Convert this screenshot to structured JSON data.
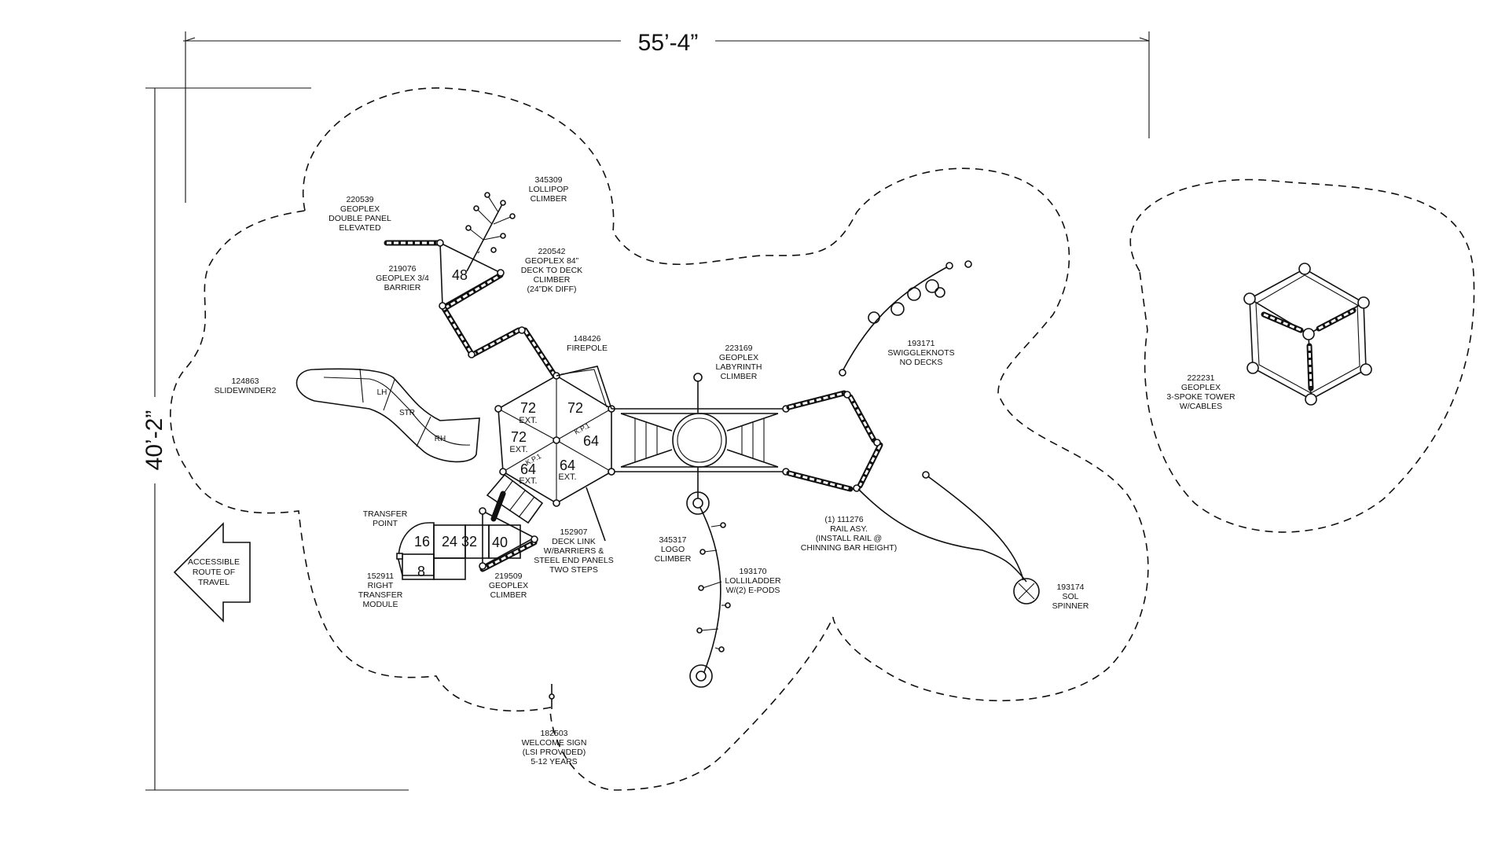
{
  "dimensions": {
    "width": "55’-4”",
    "height": "40’-2”"
  },
  "decks": {
    "d48": "48",
    "d72a": "72",
    "d72b": "72",
    "d72c": "72",
    "d64a": "64",
    "d64b": "64",
    "d64c": "64",
    "d40": "40",
    "d16": "16",
    "d24": "24",
    "d32": "32",
    "d8": "8"
  },
  "deck_notes": {
    "ext": "EXT.",
    "kp": "K.P.1"
  },
  "slide_marks": {
    "lh": "LH",
    "str": "STR",
    "rh": "RH"
  },
  "arrow": {
    "line1": "ACCESSIBLE",
    "line2": "ROUTE OF",
    "line3": "TRAVEL"
  },
  "labels": {
    "geoplex_panel": [
      "220539",
      "GEOPLEX",
      "DOUBLE PANEL",
      "ELEVATED"
    ],
    "lollipop": [
      "345309",
      "LOLLIPOP",
      "CLIMBER"
    ],
    "barrier": [
      "219076",
      "GEOPLEX 3/4",
      "BARRIER"
    ],
    "deck_climber": [
      "220542",
      "GEOPLEX 84”",
      "DECK TO DECK",
      "CLIMBER",
      "(24”DK DIFF)"
    ],
    "firepole": [
      "148426",
      "FIREPOLE"
    ],
    "slidewinder": [
      "124863",
      "SLIDEWINDER2"
    ],
    "labyrinth": [
      "223169",
      "GEOPLEX",
      "LABYRINTH",
      "CLIMBER"
    ],
    "swiggleknots": [
      "193171",
      "SWIGGLEKNOTS",
      "NO DECKS"
    ],
    "tower": [
      "222231",
      "GEOPLEX",
      "3-SPOKE TOWER",
      "W/CABLES"
    ],
    "transfer_point": [
      "TRANSFER",
      "POINT"
    ],
    "transfer_module": [
      "152911",
      "RIGHT",
      "TRANSFER",
      "MODULE"
    ],
    "geoplex_climber": [
      "219509",
      "GEOPLEX",
      "CLIMBER"
    ],
    "deck_link": [
      "152907",
      "DECK LINK",
      "W/BARRIERS &",
      "STEEL END PANELS",
      "TWO STEPS"
    ],
    "logo_climber": [
      "345317",
      "LOGO",
      "CLIMBER"
    ],
    "lolliladder": [
      "193170",
      "LOLLILADDER",
      "W/(2) E-PODS"
    ],
    "rail": [
      "(1)   111276",
      "RAIL ASY.",
      "(INSTALL RAIL @",
      "CHINNING BAR HEIGHT)"
    ],
    "spinner": [
      "193174",
      "SOL",
      "SPINNER"
    ],
    "welcome": [
      "182503",
      "WELCOME SIGN",
      "(LSI PROVIDED)",
      "5-12 YEARS"
    ]
  },
  "colors": {
    "ink": "#111111",
    "background": "#ffffff"
  }
}
